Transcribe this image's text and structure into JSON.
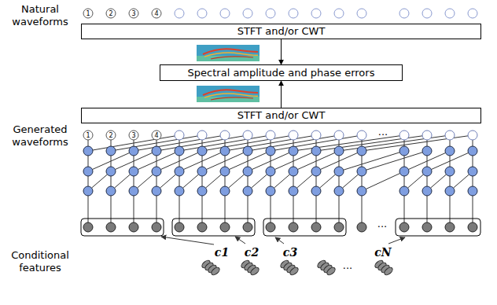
{
  "diagram": {
    "nodes": [
      {
        "text": [
          "STFT and/or CWT"
        ]
      },
      {
        "text": [
          "Spectral amplitude and phase errors"
        ]
      },
      {
        "text": [
          "STFT and/or CWT"
        ]
      }
    ],
    "edges": [
      {
        "from": 0,
        "to": 1,
        "arrow": "to"
      },
      {
        "from": 2,
        "to": 1,
        "arrow": "to"
      }
    ],
    "labels": [
      "Natural waveforms",
      "1",
      "2",
      "3",
      "4",
      "Generated waveforms",
      "1",
      "2",
      "3",
      "4",
      "...",
      "...",
      "Conditional features",
      "c1",
      "c2",
      "c3",
      "...",
      "cN"
    ]
  }
}
